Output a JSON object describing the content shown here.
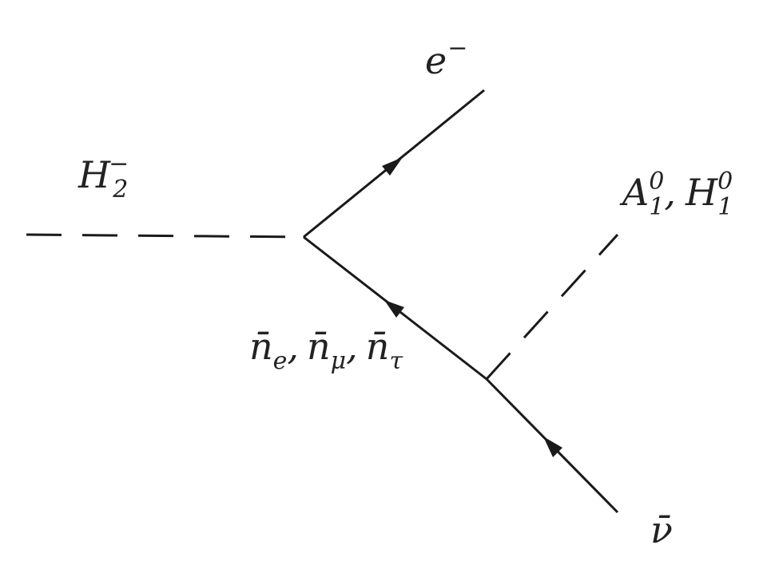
{
  "diagram": {
    "labels": {
      "charged_higgs": {
        "base": "H",
        "sub": "2",
        "sup": "−"
      },
      "electron": {
        "base": "e",
        "sup": "−"
      },
      "neutral_scalars": {
        "first": {
          "base": "A",
          "sub": "1",
          "sup": "0"
        },
        "separator": ",",
        "second": {
          "base": "H",
          "sub": "1",
          "sup": "0"
        }
      },
      "heavy_neutrinos": {
        "n1": {
          "base": "n̄",
          "sub": "e"
        },
        "sep1": ",",
        "n2": {
          "base": "n̄",
          "sub": "μ"
        },
        "sep2": ",",
        "n3": {
          "base": "n̄",
          "sub": "τ"
        }
      },
      "antineutrino": {
        "base": "ν̄"
      }
    }
  }
}
